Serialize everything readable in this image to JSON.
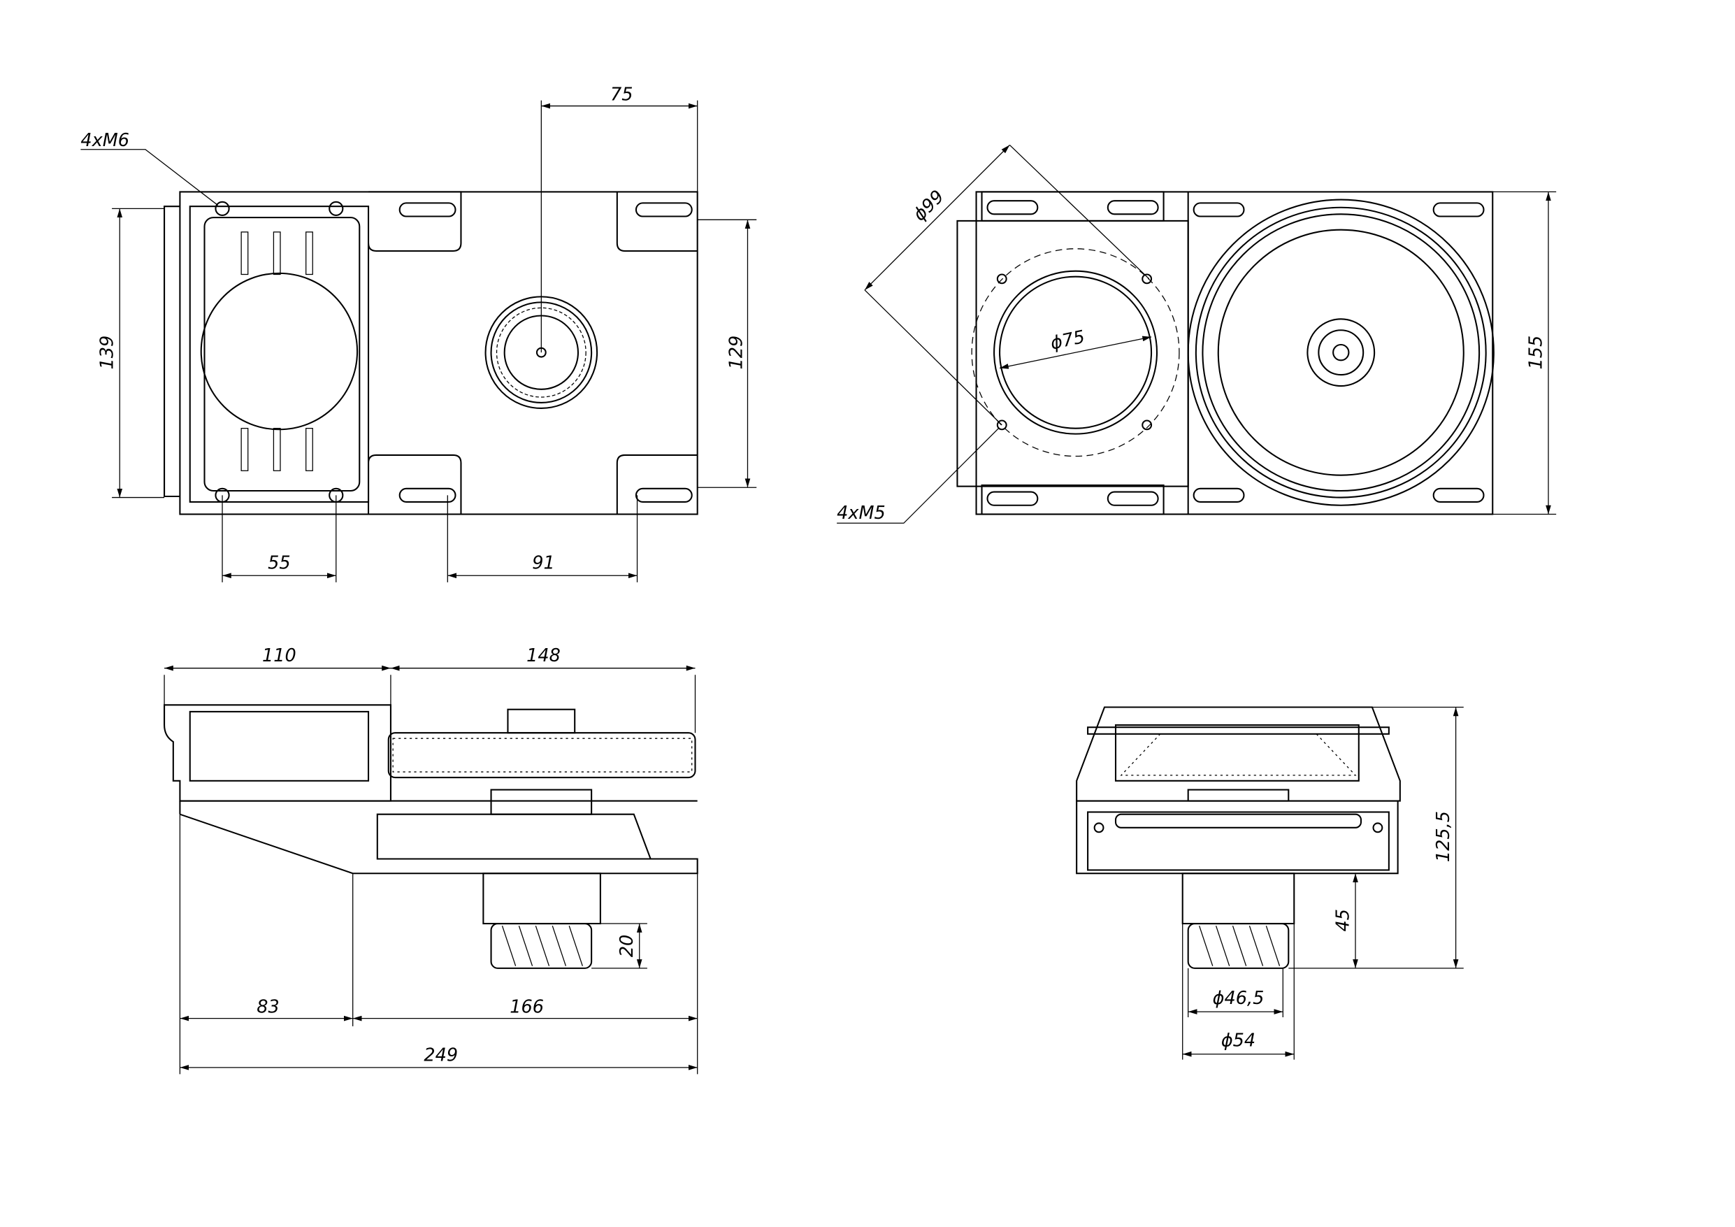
{
  "top_view": {
    "holes_label": "4xM6",
    "dim_75": "75",
    "dim_139": "139",
    "dim_129": "129",
    "dim_55": "55",
    "dim_91": "91"
  },
  "bottom_view": {
    "dim_d99": "ϕ99",
    "dim_d75": "ϕ75",
    "holes_label": "4xM5",
    "dim_155": "155"
  },
  "side_view": {
    "dim_110": "110",
    "dim_148": "148",
    "dim_20": "20",
    "dim_83": "83",
    "dim_166": "166",
    "dim_249": "249"
  },
  "front_view": {
    "dim_125_5": "125,5",
    "dim_45": "45",
    "dim_d46_5": "ϕ46,5",
    "dim_d54": "ϕ54"
  },
  "colors": {
    "line": "#000000",
    "background": "#ffffff"
  }
}
